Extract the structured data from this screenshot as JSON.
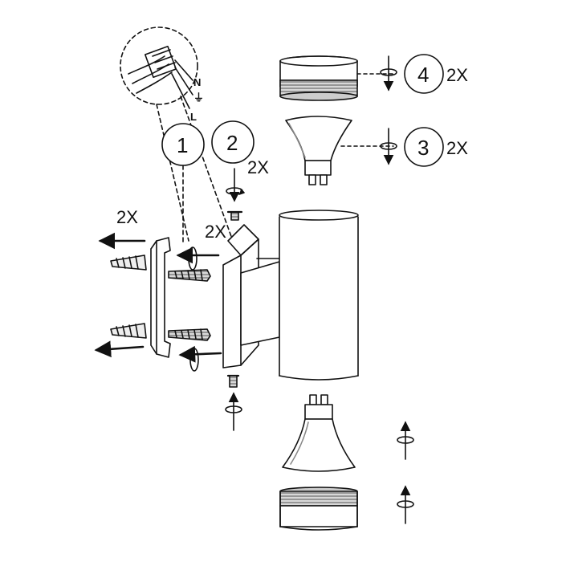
{
  "steps": [
    {
      "number": "1",
      "multiplier": ""
    },
    {
      "number": "2",
      "multiplier": "2X"
    },
    {
      "number": "3",
      "multiplier": "2X"
    },
    {
      "number": "4",
      "multiplier": "2X"
    }
  ],
  "labels": {
    "bracket_multiplier": "2X",
    "side_screw_multiplier": "2X"
  },
  "wiring": {
    "neutral": "N",
    "earth": "⏚",
    "live": "L"
  },
  "colors": {
    "line": "#111111",
    "grey": "#8a8a8a",
    "light": "#cfcfcf"
  }
}
